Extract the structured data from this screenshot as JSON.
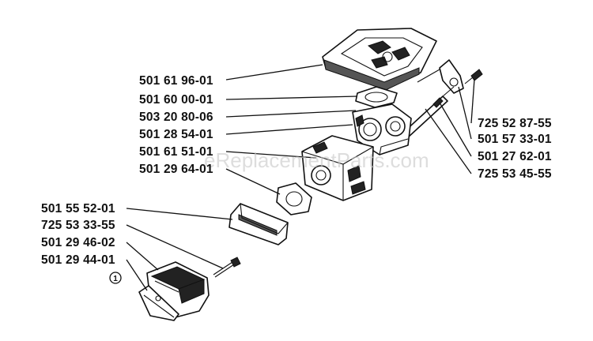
{
  "watermark": "eReplacementParts.com",
  "left_labels": [
    {
      "part_number": "501 61 96-01"
    },
    {
      "part_number": "501 60 00-01"
    },
    {
      "part_number": "503 20 80-06"
    },
    {
      "part_number": "501 28 54-01"
    },
    {
      "part_number": "501 61 51-01"
    },
    {
      "part_number": "501 29 64-01"
    },
    {
      "part_number": "501 55 52-01"
    },
    {
      "part_number": "725 53 33-55"
    },
    {
      "part_number": "501 29 46-02"
    },
    {
      "part_number": "501 29 44-01"
    }
  ],
  "right_labels": [
    {
      "part_number": "725 52 87-55"
    },
    {
      "part_number": "501 57 33-01"
    },
    {
      "part_number": "501 27 62-01"
    },
    {
      "part_number": "725 53 45-55"
    }
  ],
  "marker": "1"
}
